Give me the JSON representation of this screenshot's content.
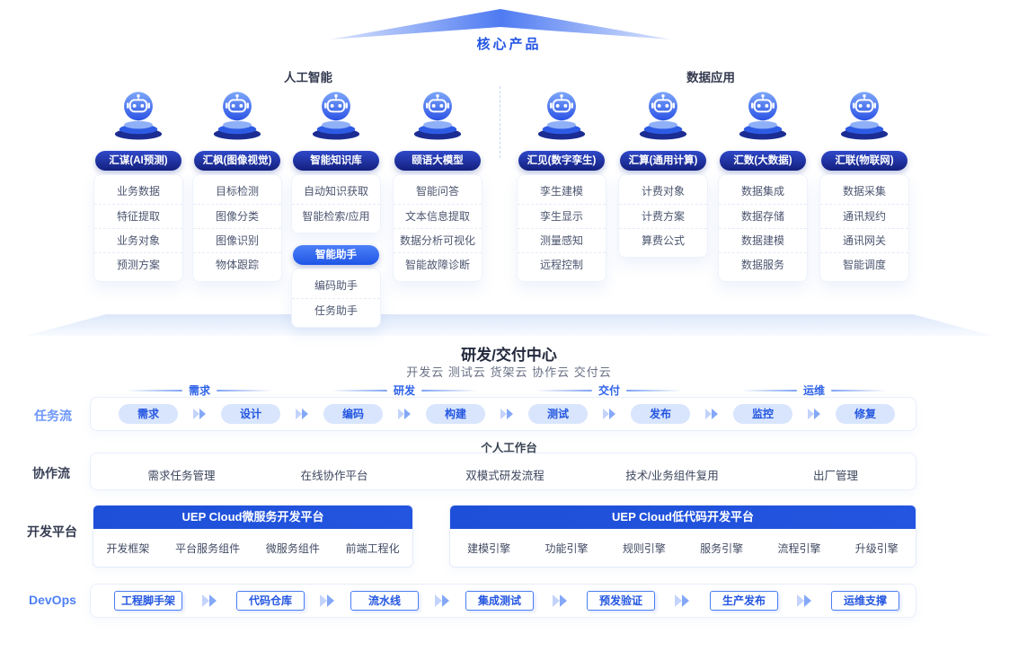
{
  "banner": {
    "title": "核心产品"
  },
  "sections": {
    "ai": "人工智能",
    "data": "数据应用"
  },
  "icons": {
    "product_icon": "robot-icon",
    "flow_arrow": "chevron-right-icon"
  },
  "colors": {
    "accent": "#2456e4",
    "deep_pill": "#16277f",
    "light_pill_bg": "#d8e5fd",
    "header_bar": "#1e4fd8"
  },
  "products": [
    {
      "label": "汇谋(AI预测)",
      "items": [
        "业务数据",
        "特征提取",
        "业务对象",
        "预测方案"
      ]
    },
    {
      "label": "汇枫(图像视觉)",
      "items": [
        "目标检测",
        "图像分类",
        "图像识别",
        "物体跟踪"
      ]
    },
    {
      "label": "智能知识库",
      "items": [
        "自动知识获取",
        "智能检索/应用"
      ],
      "sub": {
        "label": "智能助手",
        "items": [
          "编码助手",
          "任务助手"
        ]
      }
    },
    {
      "label": "颐语大模型",
      "items": [
        "智能问答",
        "文本信息提取",
        "数据分析可视化",
        "智能故障诊断"
      ]
    },
    {
      "label": "汇见(数字孪生)",
      "items": [
        "孪生建模",
        "孪生显示",
        "测量感知",
        "远程控制"
      ]
    },
    {
      "label": "汇算(通用计算)",
      "items": [
        "计费对象",
        "计费方案",
        "算费公式"
      ]
    },
    {
      "label": "汇数(大数据)",
      "items": [
        "数据集成",
        "数据存储",
        "数据建模",
        "数据服务"
      ]
    },
    {
      "label": "汇联(物联网)",
      "items": [
        "数据采集",
        "通讯规约",
        "通讯网关",
        "智能调度"
      ]
    }
  ],
  "center": {
    "title": "研发/交付中心",
    "subtitle": "开发云 测试云 货架云 协作云 交付云"
  },
  "taskflow": {
    "label": "任务流",
    "phases": [
      {
        "name": "需求",
        "pills": [
          "需求",
          "设计"
        ]
      },
      {
        "name": "研发",
        "pills": [
          "编码",
          "构建"
        ]
      },
      {
        "name": "交付",
        "pills": [
          "测试",
          "发布"
        ]
      },
      {
        "name": "运维",
        "pills": [
          "监控",
          "修复"
        ]
      }
    ]
  },
  "collab": {
    "label": "协作流",
    "header": "个人工作台",
    "items": [
      "需求任务管理",
      "在线协作平台",
      "双模式研发流程",
      "技术/业务组件复用",
      "出厂管理"
    ]
  },
  "devplatform": {
    "label": "开发平台",
    "platforms": [
      {
        "title": "UEP Cloud微服务开发平台",
        "items": [
          "开发框架",
          "平台服务组件",
          "微服务组件",
          "前端工程化"
        ]
      },
      {
        "title": "UEP Cloud低代码开发平台",
        "items": [
          "建模引擎",
          "功能引擎",
          "规则引擎",
          "服务引擎",
          "流程引擎",
          "升级引擎"
        ]
      }
    ]
  },
  "devops": {
    "label": "DevOps",
    "pills": [
      "工程脚手架",
      "代码仓库",
      "流水线",
      "集成测试",
      "预发验证",
      "生产发布",
      "运维支撑"
    ]
  }
}
